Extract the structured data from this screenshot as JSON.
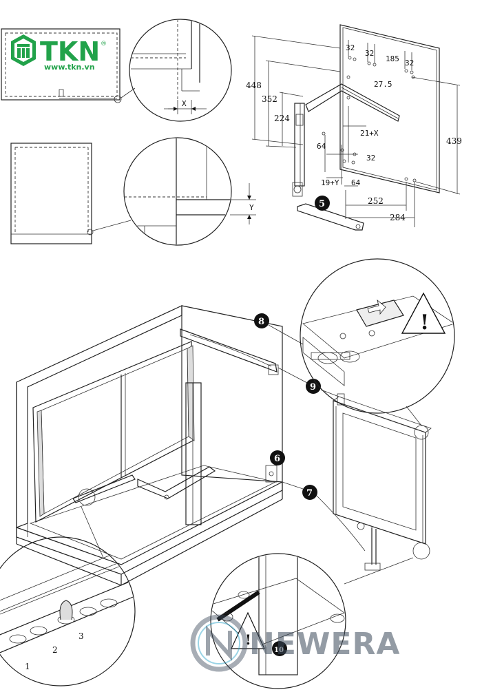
{
  "brand": {
    "tkn_name": "TKN",
    "tkn_url": "www.tkn.vn",
    "tkn_color": "#21a24a",
    "watermark_name": "NEWERA",
    "watermark_color": "#3c4a5a"
  },
  "detail_top": {
    "dim_x": "X"
  },
  "detail_mid": {
    "dim_y": "Y"
  },
  "mounting_plate": {
    "dims": {
      "d448": "448",
      "d352": "352",
      "d224": "224",
      "d439": "439",
      "d32a": "32",
      "d32b": "32",
      "d185": "185",
      "d32c": "32",
      "d27_5": "27.5",
      "d21x": "21+X",
      "d64a": "64",
      "d32d": "32",
      "d19y": "19+Y",
      "d64b": "64",
      "d252": "252",
      "d284": "284"
    }
  },
  "steps": {
    "s5": "5",
    "s6": "6",
    "s7": "7",
    "s8": "8",
    "s9": "9",
    "s10": "10"
  },
  "detail_bottom_left": {
    "n1": "1",
    "n2": "2",
    "n3": "3"
  },
  "warning": {
    "mark": "!"
  }
}
